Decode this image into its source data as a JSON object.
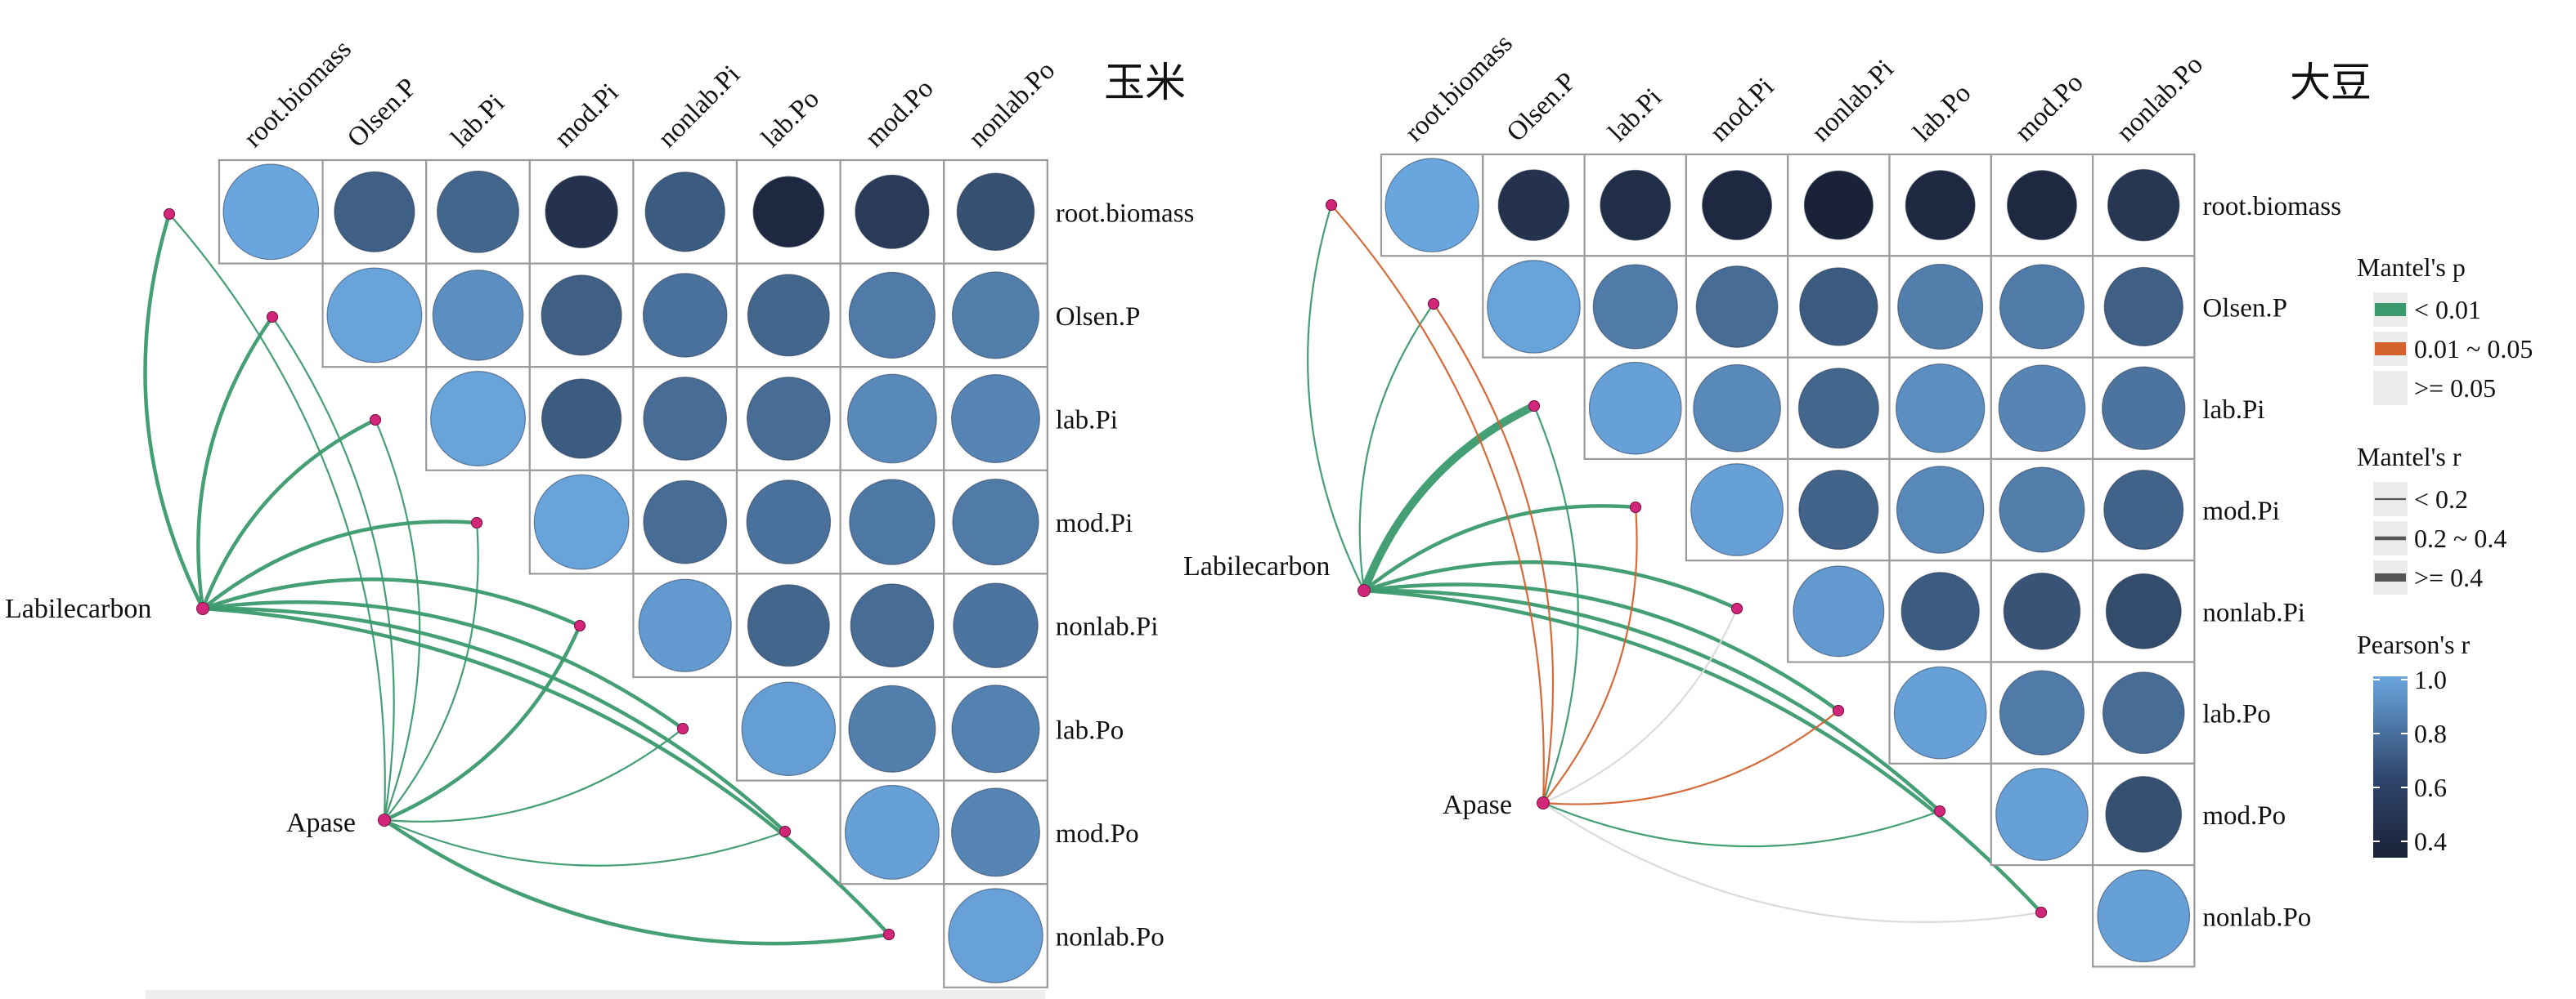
{
  "chart_data": {
    "type": "heatmap",
    "variables": [
      "root.biomass",
      "Olsen.P",
      "lab.Pi",
      "mod.Pi",
      "nonlab.Pi",
      "lab.Po",
      "mod.Po",
      "nonlab.Po"
    ],
    "color_scale": {
      "min": 0.3,
      "max": 1.0,
      "low_color": "#1a2238",
      "high_color": "#6aa6de"
    },
    "panels": [
      {
        "title": "玉米",
        "pearson_r": [
          [
            1.0,
            0.58,
            0.62,
            0.36,
            0.56,
            0.32,
            0.4,
            0.5
          ],
          [
            null,
            0.98,
            0.86,
            0.58,
            0.68,
            0.62,
            0.74,
            0.76
          ],
          [
            null,
            null,
            0.98,
            0.56,
            0.66,
            0.66,
            0.82,
            0.8
          ],
          [
            null,
            null,
            null,
            0.98,
            0.66,
            0.68,
            0.72,
            0.74
          ],
          [
            null,
            null,
            null,
            null,
            0.92,
            0.62,
            0.66,
            0.7
          ],
          [
            null,
            null,
            null,
            null,
            null,
            0.95,
            0.76,
            0.78
          ],
          [
            null,
            null,
            null,
            null,
            null,
            null,
            0.96,
            0.8
          ],
          [
            null,
            null,
            null,
            null,
            null,
            null,
            null,
            0.97
          ]
        ],
        "mantel": {
          "Labilecarbon": [
            {
              "to": "root.biomass",
              "p": "< 0.01",
              "r": "0.2 ~ 0.4"
            },
            {
              "to": "Olsen.P",
              "p": "< 0.01",
              "r": "0.2 ~ 0.4"
            },
            {
              "to": "lab.Pi",
              "p": "< 0.01",
              "r": "0.2 ~ 0.4"
            },
            {
              "to": "mod.Pi",
              "p": "< 0.01",
              "r": "0.2 ~ 0.4"
            },
            {
              "to": "nonlab.Pi",
              "p": "< 0.01",
              "r": "0.2 ~ 0.4"
            },
            {
              "to": "lab.Po",
              "p": "< 0.01",
              "r": "0.2 ~ 0.4"
            },
            {
              "to": "mod.Po",
              "p": "< 0.01",
              "r": "0.2 ~ 0.4"
            },
            {
              "to": "nonlab.Po",
              "p": "< 0.01",
              "r": "0.2 ~ 0.4"
            }
          ],
          "Apase": [
            {
              "to": "root.biomass",
              "p": "< 0.01",
              "r": "< 0.2"
            },
            {
              "to": "Olsen.P",
              "p": "< 0.01",
              "r": "< 0.2"
            },
            {
              "to": "lab.Pi",
              "p": "< 0.01",
              "r": "< 0.2"
            },
            {
              "to": "mod.Pi",
              "p": "< 0.01",
              "r": "< 0.2"
            },
            {
              "to": "nonlab.Pi",
              "p": "< 0.01",
              "r": "0.2 ~ 0.4"
            },
            {
              "to": "lab.Po",
              "p": "< 0.01",
              "r": "< 0.2"
            },
            {
              "to": "mod.Po",
              "p": "< 0.01",
              "r": "< 0.2"
            },
            {
              "to": "nonlab.Po",
              "p": "< 0.01",
              "r": "0.2 ~ 0.4"
            }
          ]
        }
      },
      {
        "title": "大豆",
        "pearson_r": [
          [
            1.0,
            0.36,
            0.34,
            0.32,
            0.3,
            0.32,
            0.32,
            0.38
          ],
          [
            null,
            0.98,
            0.74,
            0.66,
            0.56,
            0.76,
            0.74,
            0.58
          ],
          [
            null,
            null,
            0.96,
            0.82,
            0.62,
            0.86,
            0.8,
            0.7
          ],
          [
            null,
            null,
            null,
            0.96,
            0.6,
            0.82,
            0.76,
            0.6
          ],
          [
            null,
            null,
            null,
            null,
            0.92,
            0.56,
            0.52,
            0.48
          ],
          [
            null,
            null,
            null,
            null,
            null,
            0.96,
            0.74,
            0.66
          ],
          [
            null,
            null,
            null,
            null,
            null,
            null,
            0.96,
            0.5
          ],
          [
            null,
            null,
            null,
            null,
            null,
            null,
            null,
            0.96
          ]
        ],
        "mantel": {
          "Labilecarbon": [
            {
              "to": "root.biomass",
              "p": "< 0.01",
              "r": "< 0.2"
            },
            {
              "to": "Olsen.P",
              "p": "< 0.01",
              "r": "< 0.2"
            },
            {
              "to": "lab.Pi",
              "p": "< 0.01",
              "r": ">= 0.4"
            },
            {
              "to": "mod.Pi",
              "p": "< 0.01",
              "r": "0.2 ~ 0.4"
            },
            {
              "to": "nonlab.Pi",
              "p": "< 0.01",
              "r": "0.2 ~ 0.4"
            },
            {
              "to": "lab.Po",
              "p": "< 0.01",
              "r": "0.2 ~ 0.4"
            },
            {
              "to": "mod.Po",
              "p": "< 0.01",
              "r": "0.2 ~ 0.4"
            },
            {
              "to": "nonlab.Po",
              "p": "< 0.01",
              "r": "0.2 ~ 0.4"
            }
          ],
          "Apase": [
            {
              "to": "root.biomass",
              "p": "0.01 ~ 0.05",
              "r": "< 0.2"
            },
            {
              "to": "Olsen.P",
              "p": "0.01 ~ 0.05",
              "r": "< 0.2"
            },
            {
              "to": "lab.Pi",
              "p": "< 0.01",
              "r": "< 0.2"
            },
            {
              "to": "mod.Pi",
              "p": "0.01 ~ 0.05",
              "r": "< 0.2"
            },
            {
              "to": "nonlab.Pi",
              "p": ">= 0.05",
              "r": "< 0.2"
            },
            {
              "to": "lab.Po",
              "p": "0.01 ~ 0.05",
              "r": "< 0.2"
            },
            {
              "to": "mod.Po",
              "p": "< 0.01",
              "r": "< 0.2"
            },
            {
              "to": "nonlab.Po",
              "p": ">= 0.05",
              "r": "< 0.2"
            }
          ]
        }
      }
    ],
    "legend": {
      "mantel_p": {
        "title": "Mantel's p",
        "items": [
          {
            "label": "< 0.01",
            "color": "#3a9a6e"
          },
          {
            "label": "0.01 ~ 0.05",
            "color": "#d4622e"
          },
          {
            "label": ">= 0.05",
            "color": "#d9d9d9"
          }
        ]
      },
      "mantel_r": {
        "title": "Mantel's r",
        "items": [
          {
            "label": "< 0.2"
          },
          {
            "label": "0.2 ~ 0.4"
          },
          {
            "label": ">= 0.4"
          }
        ]
      },
      "pearson_r": {
        "title": "Pearson's r",
        "ticks": [
          "1.0",
          "0.8",
          "0.6",
          "0.4"
        ]
      }
    },
    "node_color": "#d1267a"
  }
}
